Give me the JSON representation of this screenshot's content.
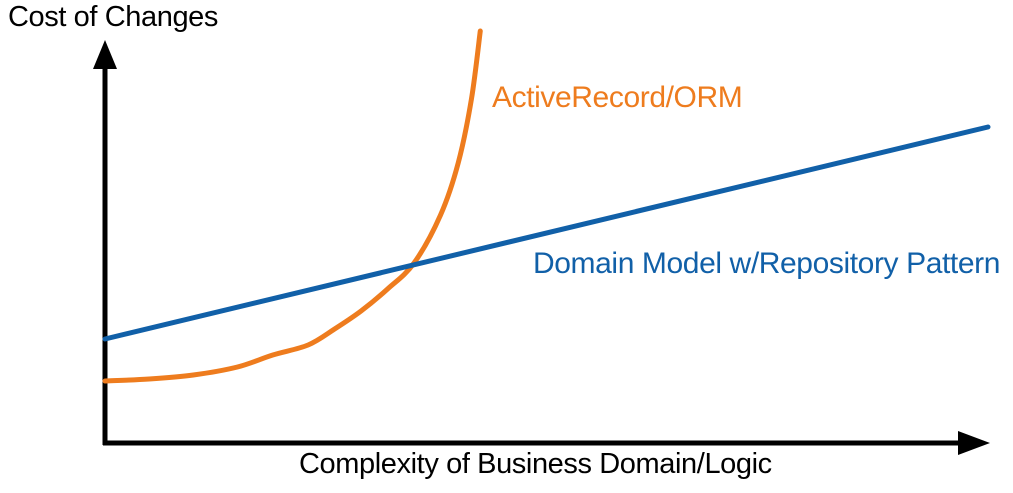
{
  "figure": {
    "description": "Conceptual cost-of-change comparison chart"
  },
  "colors": {
    "axis": "#000000",
    "orange": "#EE7C1E",
    "blue": "#1160A8"
  },
  "chart_data": {
    "type": "line",
    "title": "",
    "xlabel": "Complexity of Business Domain/Logic",
    "ylabel": "Cost of Changes",
    "xlim": [
      0,
      10
    ],
    "ylim": [
      0,
      10
    ],
    "grid": false,
    "axes_style": "schematic axes with arrowheads, no ticks or tick labels",
    "legend_position": "inline labels next to each line",
    "series": [
      {
        "name": "ActiveRecord/ORM",
        "color": "#EE7C1E",
        "shape": "exponential",
        "x": [
          0,
          0.5,
          1.0,
          1.5,
          1.9,
          2.3,
          2.6,
          2.9,
          3.2,
          3.5,
          3.8,
          4.0,
          4.15,
          4.25
        ],
        "y": [
          1.55,
          1.6,
          1.7,
          1.9,
          2.2,
          2.45,
          2.85,
          3.3,
          3.85,
          4.5,
          5.7,
          7.0,
          8.6,
          10.3
        ]
      },
      {
        "name": "Domain Model w/Repository Pattern",
        "color": "#1160A8",
        "shape": "linear",
        "x": [
          0,
          10
        ],
        "y": [
          2.6,
          7.9
        ]
      }
    ]
  }
}
